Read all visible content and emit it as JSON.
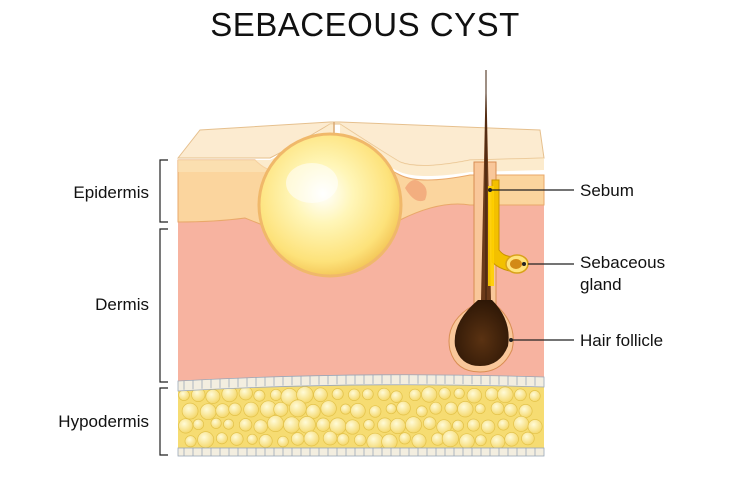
{
  "title": "SEBACEOUS CYST",
  "layers": {
    "epidermis": "Epidermis",
    "dermis": "Dermis",
    "hypodermis": "Hypodermis"
  },
  "callouts": {
    "sebum": "Sebum",
    "sebaceous_gland_line1": "Sebaceous",
    "sebaceous_gland_line2": "gland",
    "hair_follicle": "Hair follicle"
  },
  "colors": {
    "skin_surface": "#fbe6c6",
    "epidermis": "#fbd59e",
    "dermis": "#f7b3a0",
    "hypodermis": "#f8e07a",
    "fat_cell": "#fdf0a8",
    "cyst": "#fff2a0",
    "follicle": "#6b3a1a",
    "sebum": "#f2c400"
  }
}
